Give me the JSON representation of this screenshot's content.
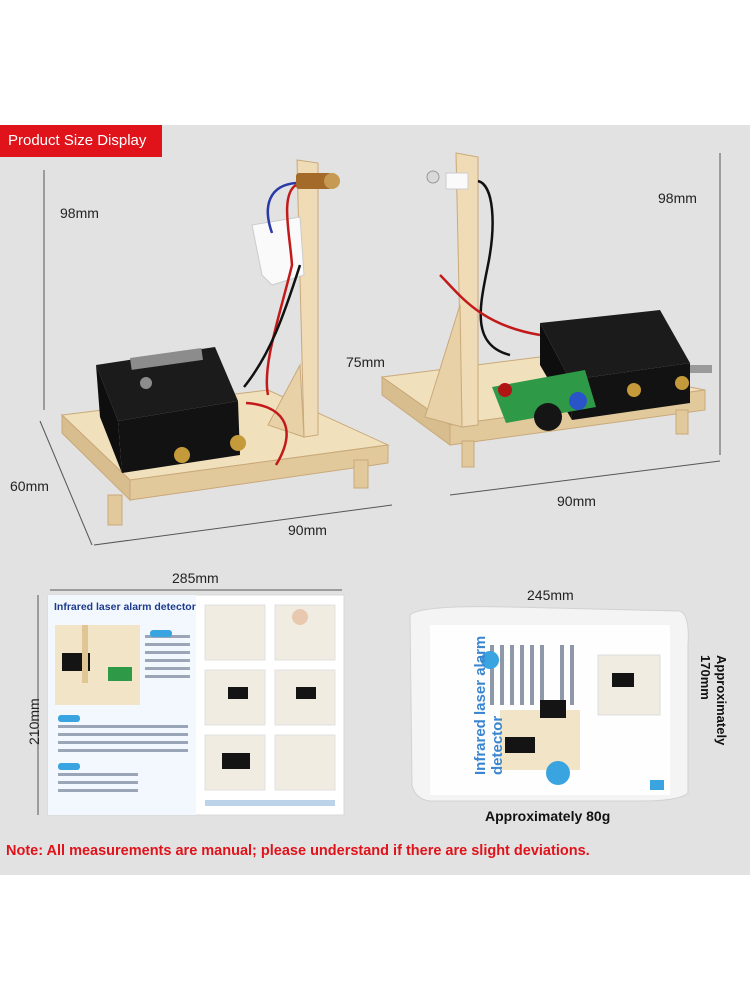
{
  "badge_label": "Product Size Display",
  "left_model": {
    "height": "98mm",
    "depth": "60mm",
    "width": "90mm"
  },
  "right_model": {
    "height": "98mm",
    "arm": "75mm",
    "width": "90mm"
  },
  "manual": {
    "width": "285mm",
    "height": "210mm",
    "title": "Infrared laser alarm detector"
  },
  "package": {
    "width": "245mm",
    "height_label": "Approximately 170mm",
    "title": "Infrared laser alarm detector",
    "weight": "Approximately 80g"
  },
  "note": "Note: All measurements are manual; please understand if there are slight deviations.",
  "colors": {
    "accent_red": "#e0121a",
    "background": "#e2e2e2",
    "wood": "#efdcb6",
    "battery": "#151515",
    "pcb_green": "#2e9a48"
  }
}
